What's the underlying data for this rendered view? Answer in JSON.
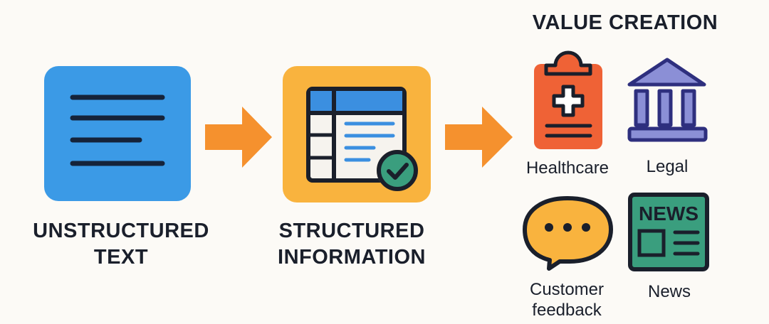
{
  "stages": [
    {
      "label_line1": "UNSTRUCTURED",
      "label_line2": "TEXT"
    },
    {
      "label_line1": "STRUCTURED",
      "label_line2": "INFORMATION"
    }
  ],
  "value_creation": {
    "title": "VALUE CREATION",
    "items": [
      {
        "label": "Healthcare",
        "icon": "clipboard-medical-icon"
      },
      {
        "label": "Legal",
        "icon": "courthouse-icon"
      },
      {
        "label_line1": "Customer",
        "label_line2": "feedback",
        "icon": "speech-bubble-icon"
      },
      {
        "label": "News",
        "icon": "newspaper-icon",
        "icon_text": "NEWS"
      }
    ]
  },
  "colors": {
    "blue": "#3b9ae6",
    "orange_box": "#f9b33e",
    "arrow": "#f5912e",
    "green": "#3a9e7e",
    "red": "#ef6236",
    "purple": "#8b8fd6",
    "navy": "#1a1f2b"
  }
}
